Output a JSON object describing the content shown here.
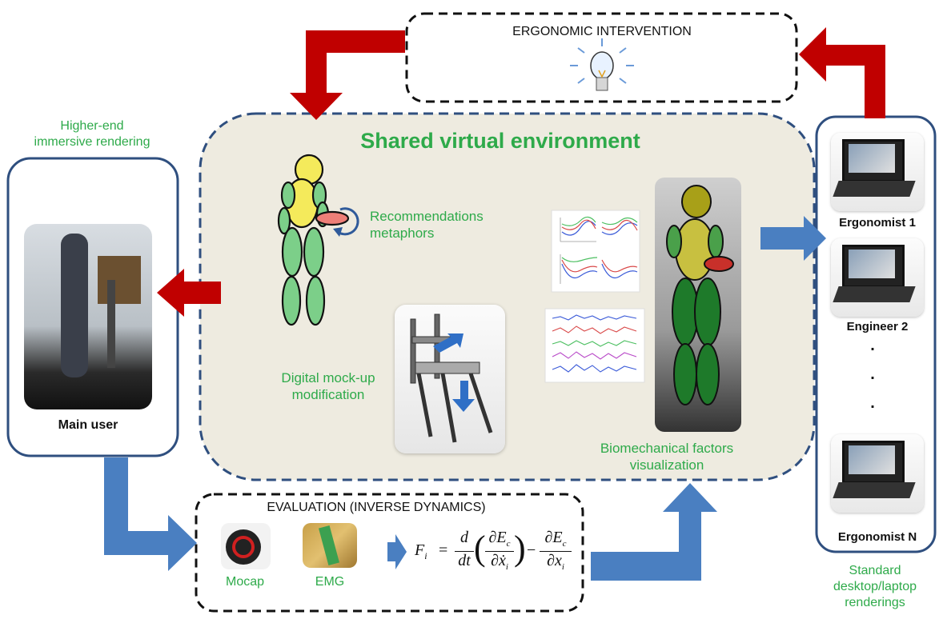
{
  "intervention": {
    "title": "ERGONOMIC INTERVENTION"
  },
  "shared_env": {
    "title": "Shared virtual environment",
    "recommendations": "Recommendations\nmetaphors",
    "mockup": "Digital mock-up\nmodification",
    "biomech": "Biomechanical factors\nvisualization"
  },
  "main_user": {
    "caption": "Higher-end\nimmersive rendering",
    "label": "Main user"
  },
  "remote": {
    "users": [
      "Ergonomist 1",
      "Engineer 2",
      "Ergonomist N"
    ],
    "ellipsis": ".",
    "caption": "Standard\ndesktop/laptop\nrenderings"
  },
  "evaluation": {
    "title": "EVALUATION (INVERSE DYNAMICS)",
    "mocap": "Mocap",
    "emg": "EMG",
    "formula_lhs": "F",
    "formula_sub": "i",
    "formula_eq": "=",
    "formula_d": "d",
    "formula_dt": "dt",
    "formula_dE": "∂E",
    "formula_c": "c",
    "formula_dx": "∂ẋ",
    "formula_dxi": "∂x",
    "formula_minus": "−"
  },
  "colors": {
    "green_text": "#2eaa4a",
    "red_arrow": "#c00000",
    "blue_arrow": "#4a7fc1",
    "frame": "#2f4f7f",
    "env_bg": "#eeebe0"
  }
}
